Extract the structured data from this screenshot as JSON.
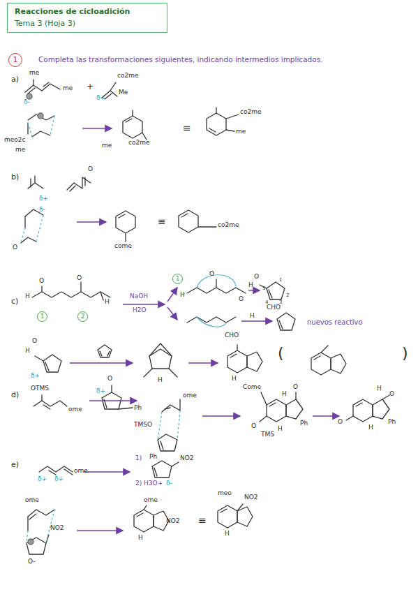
{
  "diagram": {
    "nodes": [
      {
        "text": [
          "Reacciones de cicloadición",
          "Tema 3 (Hoja 3)"
        ]
      },
      {
        "text": [
          "1"
        ]
      },
      {
        "text": [
          "1"
        ]
      },
      {
        "text": [
          "2"
        ]
      },
      {
        "text": [
          "1"
        ]
      }
    ],
    "labels": [
      "Completa las transformaciones siguientes, indicando intermedios implicados.",
      "a)",
      "me",
      "me",
      "δ-",
      "+",
      "co2me",
      "Me",
      "δ+",
      "meo2c",
      "me",
      "me",
      "co2me",
      "≡",
      "co2me",
      "me",
      "b)",
      "O",
      "δ+",
      "δ-",
      "O",
      "come",
      "≡",
      "co2me",
      "c)",
      "O",
      "H",
      "O",
      "H",
      "NaOH",
      "H2O",
      "H",
      "O",
      "O",
      "H",
      "O",
      "H",
      "nuevos reactivo",
      "CHO",
      "H",
      "O",
      "δ+",
      "H",
      "CHO",
      "H",
      "(",
      ")",
      "d)",
      "OTMS",
      "ome",
      "δ+",
      "O",
      "Ph",
      "ome",
      "TMSO",
      "Ph",
      "Come",
      "H",
      "O",
      "O",
      "TMS",
      "H",
      "Ph",
      "H",
      "O",
      "O",
      "H",
      "Ph",
      "e)",
      "δ+",
      "δ+",
      "ome",
      "1)",
      "NO2",
      "δ-",
      "2) H3O+",
      "ome",
      "NO2",
      "O-",
      "ome",
      "NO2",
      "H",
      "≡",
      "meo",
      "NO2",
      "H",
      "1",
      "2",
      "3",
      "4",
      "5"
    ]
  }
}
